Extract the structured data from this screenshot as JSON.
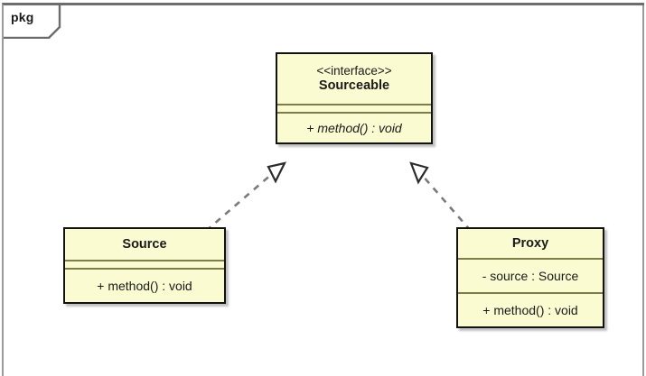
{
  "diagram": {
    "package_label": "pkg",
    "type": "uml-class-diagram",
    "background_color": "#ffffff",
    "frame_color": "#9a9a9a",
    "node_fill": "#fbfbd2",
    "node_border": "#121212",
    "separator_color": "#7d7d4a",
    "edge_color": "#7a7a7a"
  },
  "nodes": {
    "sourceable": {
      "stereotype": "<<interface>>",
      "name": "Sourceable",
      "attributes": [],
      "operations": [
        "+ method() : void"
      ]
    },
    "source": {
      "stereotype": "",
      "name": "Source",
      "attributes": [],
      "operations": [
        "+ method() : void"
      ]
    },
    "proxy": {
      "stereotype": "",
      "name": "Proxy",
      "attributes": [
        "- source : Source"
      ],
      "operations": [
        "+ method() : void"
      ]
    }
  },
  "edges": [
    {
      "from": "source",
      "to": "sourceable",
      "type": "realization",
      "line_style": "dashed",
      "arrowhead": "hollow-triangle"
    },
    {
      "from": "proxy",
      "to": "sourceable",
      "type": "realization",
      "line_style": "dashed",
      "arrowhead": "hollow-triangle"
    }
  ]
}
